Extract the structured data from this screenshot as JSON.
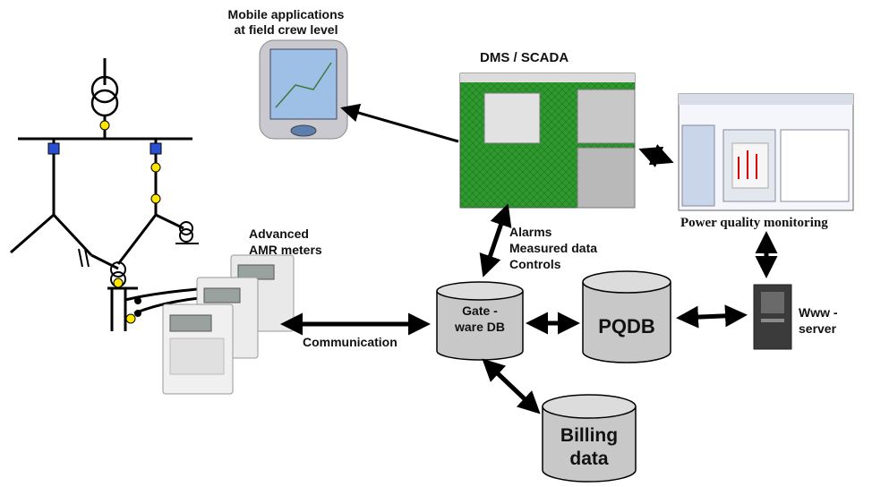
{
  "labels": {
    "mobile_title_line1": "Mobile applications",
    "mobile_title_line2": "at field crew level",
    "dms_scada": "DMS / SCADA",
    "power_quality": "Power quality monitoring",
    "amr_line1": "Advanced",
    "amr_line2": "AMR meters",
    "alarms": "Alarms",
    "measured": "Measured data",
    "controls": "Controls",
    "gateware_line1": "Gate -",
    "gateware_line2": "ware DB",
    "pqdb": "PQDB",
    "www_line1": "Www  -",
    "www_line2": "server",
    "communication": "Communication",
    "billing_line1": "Billing",
    "billing_line2": "data"
  },
  "colors": {
    "db_fill": "#c8c8c8",
    "scada_green": "#2e9a2e",
    "switch_blue": "#2a4fd0",
    "node_yellow": "#ffe600"
  }
}
